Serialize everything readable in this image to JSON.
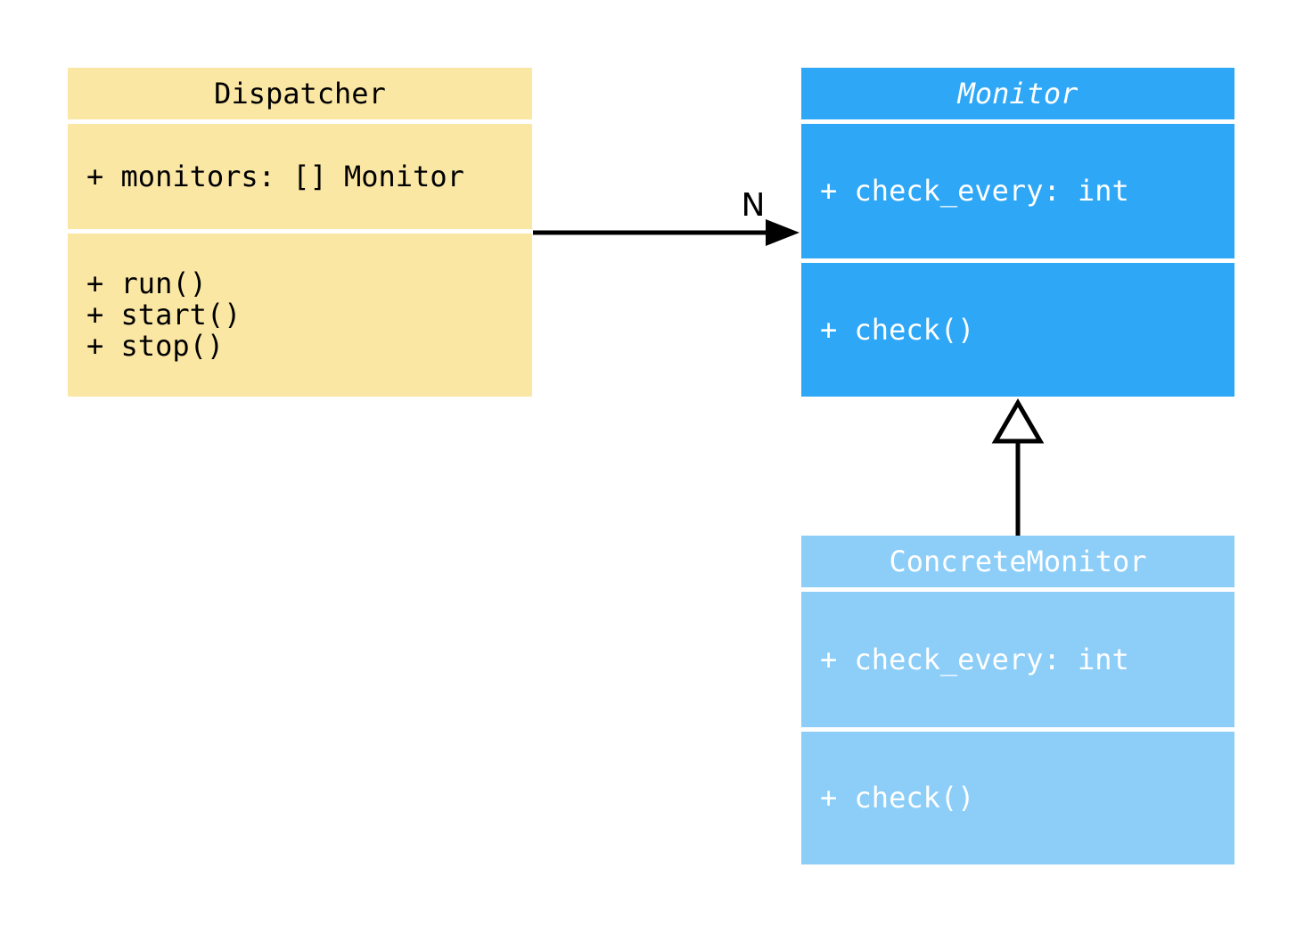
{
  "diagram": {
    "type": "uml-class-diagram",
    "background": "#ffffff",
    "classes": [
      {
        "name": "Dispatcher",
        "abstract": false,
        "fill": "#FBE7A4",
        "text_color": "#000000",
        "attributes": [
          "+ monitors: [] Monitor"
        ],
        "methods": [
          "+ run()",
          "+ start()",
          "+ stop()"
        ]
      },
      {
        "name": "Monitor",
        "abstract": true,
        "fill": "#2FA7F7",
        "text_color": "#ffffff",
        "attributes": [
          "+ check_every: int"
        ],
        "methods": [
          "+ check()"
        ]
      },
      {
        "name": "ConcreteMonitor",
        "abstract": false,
        "fill": "#8DCEF9",
        "text_color": "#ffffff",
        "attributes": [
          "+ check_every: int"
        ],
        "methods": [
          "+ check()"
        ]
      }
    ],
    "relationships": [
      {
        "type": "association",
        "from": "Dispatcher",
        "to": "Monitor",
        "label": "N",
        "arrowhead": "filled-triangle",
        "color": "#000000"
      },
      {
        "type": "inheritance",
        "from": "ConcreteMonitor",
        "to": "Monitor",
        "label": "",
        "arrowhead": "hollow-triangle",
        "color": "#000000"
      }
    ]
  }
}
